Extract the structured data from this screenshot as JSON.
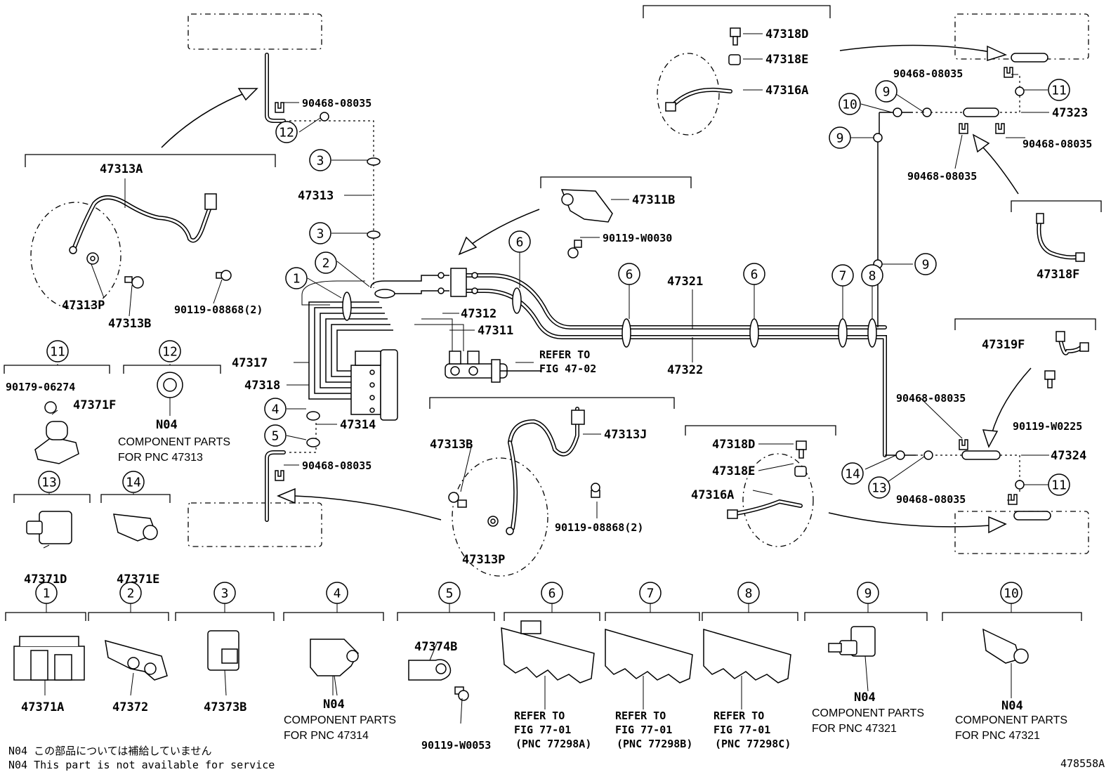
{
  "diagram_id": "478558A",
  "notes": {
    "jp": "N04 この部品については補給していません",
    "en": "N04 This part is not available for service"
  },
  "labels": {
    "l47313A": "47313A",
    "l47313P_top": "47313P",
    "l47313B_top": "47313B",
    "l90119_08868_top": "90119-08868(2)",
    "l90468_top": "90468-08035",
    "l47313": "47313",
    "l47317": "47317",
    "l47318": "47318",
    "l47314": "47314",
    "l90468_left": "90468-08035",
    "l47312": "47312",
    "l47311": "47311",
    "l47311B": "47311B",
    "l90119_W0030": "90119-W0030",
    "refer_fig4702_a": "REFER TO",
    "refer_fig4702_b": "FIG 47-02",
    "l47321": "47321",
    "l47322": "47322",
    "l47313B_mid": "47313B",
    "l47313J": "47313J",
    "l90119_08868_mid": "90119-08868(2)",
    "l47313P_mid": "47313P",
    "l47318D_top": "47318D",
    "l47318E_top": "47318E",
    "l47316A_top": "47316A",
    "l90468_r1": "90468-08035",
    "l47323": "47323",
    "l90468_r2": "90468-08035",
    "l90468_r3": "90468-08035",
    "l47318F": "47318F",
    "l47319F": "47319F",
    "l90119_W0225": "90119-W0225",
    "l90468_r4": "90468-08035",
    "l47324": "47324",
    "l90468_r5": "90468-08035",
    "l47318D_bot": "47318D",
    "l47318E_bot": "47318E",
    "l47316A_bot": "47316A",
    "l90179_06274": "90179-06274",
    "l47371F": "47371F",
    "n04_12": "N04",
    "comp_12_a": "COMPONENT PARTS",
    "comp_12_b": "FOR PNC 47313",
    "l47371D": "47371D",
    "l47371E": "47371E",
    "l47371A": "47371A",
    "l47372": "47372",
    "l47373B": "47373B",
    "n04_4": "N04",
    "comp_4_a": "COMPONENT PARTS",
    "comp_4_b": "FOR PNC 47314",
    "l47374B": "47374B",
    "l90119_W0053": "90119-W0053",
    "refer6_a": "REFER TO",
    "refer6_b": "FIG 77-01",
    "refer6_c": "(PNC 77298A)",
    "refer7_a": "REFER TO",
    "refer7_b": "FIG 77-01",
    "refer7_c": "(PNC 77298B)",
    "refer8_a": "REFER TO",
    "refer8_b": "FIG 77-01",
    "refer8_c": "(PNC 77298C)",
    "n04_9": "N04",
    "comp_9_a": "COMPONENT PARTS",
    "comp_9_b": "FOR PNC 47321",
    "n04_10": "N04",
    "comp_10_a": "COMPONENT PARTS",
    "comp_10_b": "FOR PNC 47321"
  },
  "callouts": {
    "c1": "1",
    "c2": "2",
    "c3": "3",
    "c4": "4",
    "c5": "5",
    "c6": "6",
    "c7": "7",
    "c8": "8",
    "c9": "9",
    "c10": "10",
    "c11": "11",
    "c12": "12",
    "c13": "13",
    "c14": "14"
  }
}
